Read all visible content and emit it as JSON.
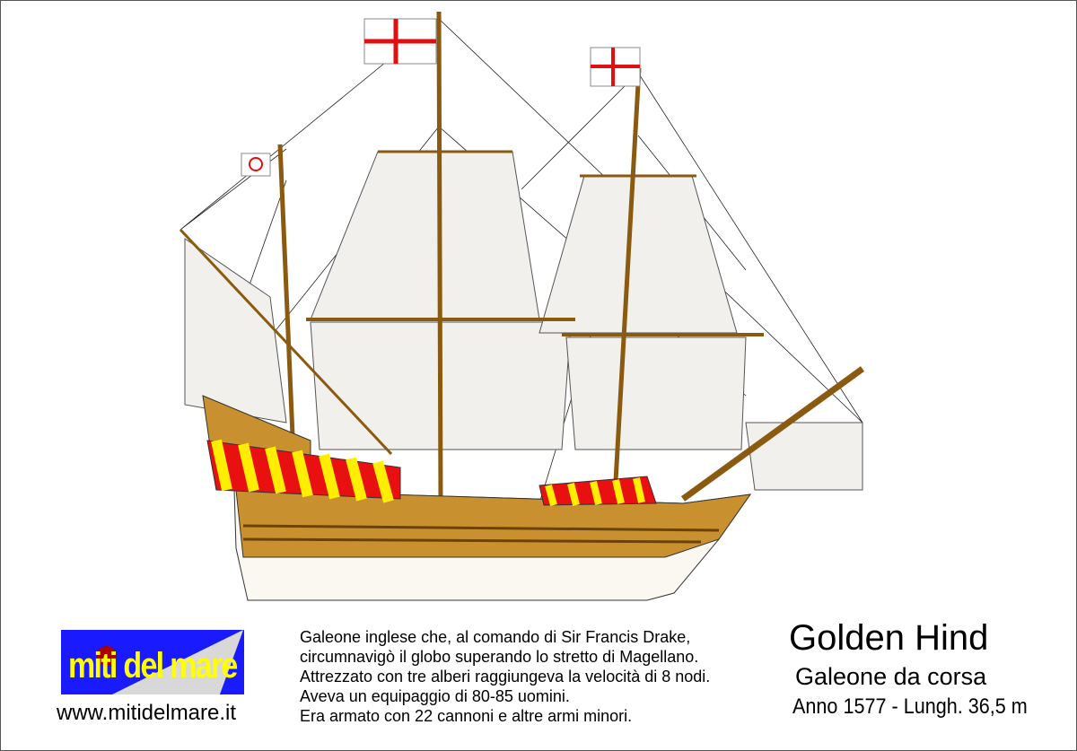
{
  "logo": {
    "text": "miti del mare"
  },
  "website": "www.mitidelmare.it",
  "description": [
    "Galeone inglese che, al comando di Sir Francis Drake,",
    "circumnavigò il globo superando lo stretto di Magellano.",
    "Attrezzato con tre alberi raggiungeva la velocità di 8 nodi.",
    "Aveva un equipaggio di 80-85 uomini.",
    "Era armato con 22 cannoni e altre armi minori."
  ],
  "title": "Golden Hind",
  "subtitle": "Galeone da corsa",
  "info": "Anno 1577 - Lungh. 36,5 m",
  "colors": {
    "hull": "#c8902e",
    "sail": "#f2f0ec",
    "flag_cross": "#e01010",
    "stripe_red": "#e81010",
    "stripe_yellow": "#ffee00",
    "logo_bg": "#1a1aff",
    "logo_text": "#ffff00"
  }
}
